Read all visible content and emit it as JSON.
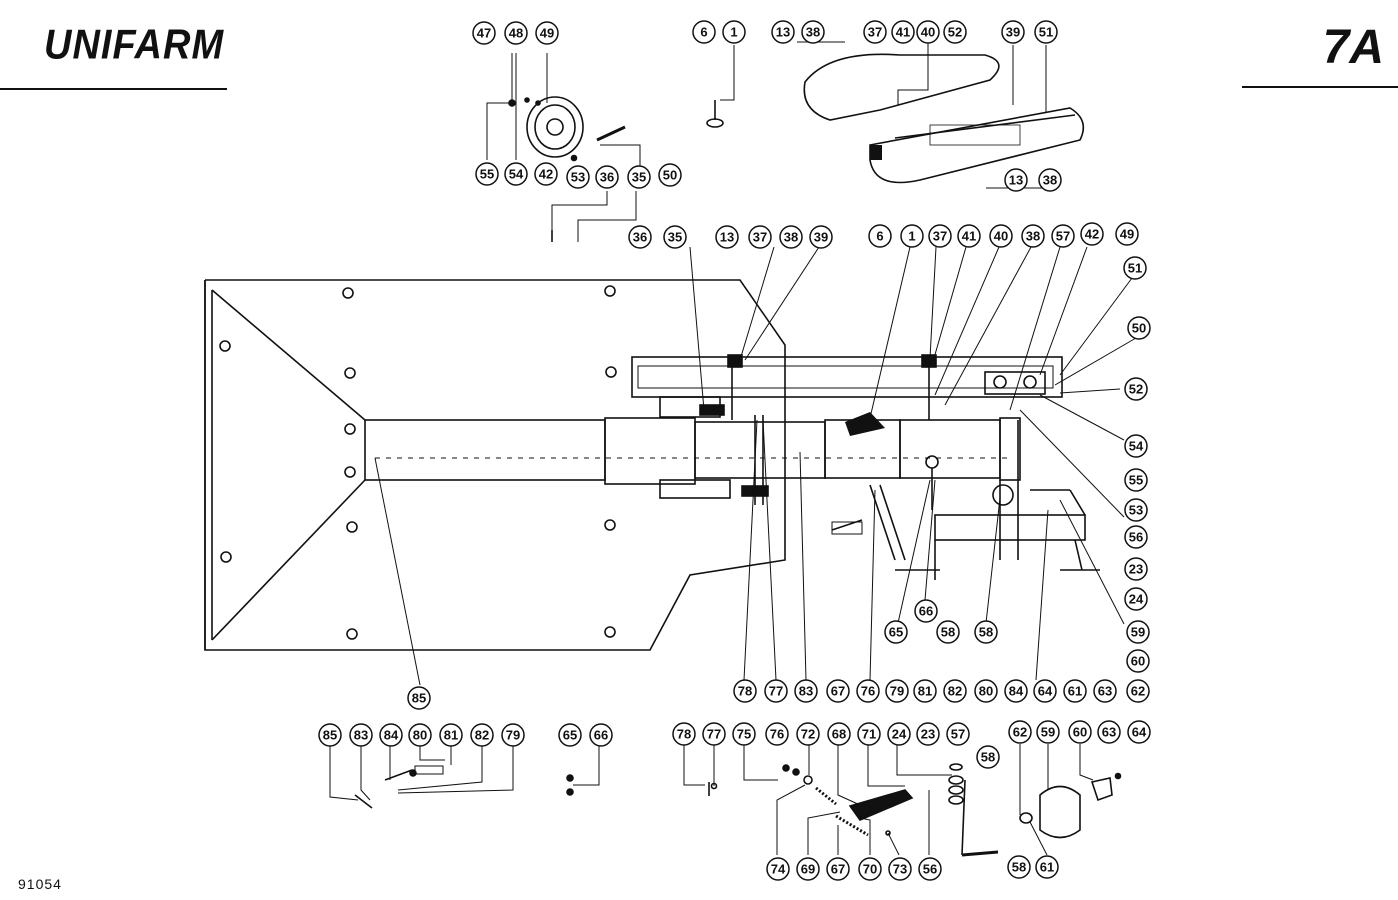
{
  "header": {
    "brand": "UNIFARM",
    "page_code": "7A"
  },
  "footer": {
    "doc_number": "91054"
  },
  "callouts": [
    "47",
    "48",
    "49",
    "55",
    "54",
    "42",
    "53",
    "36",
    "35",
    "50",
    "6",
    "1",
    "13",
    "38",
    "37",
    "41",
    "40",
    "52",
    "39",
    "51",
    "13",
    "38",
    "36",
    "35",
    "13",
    "37",
    "38",
    "39",
    "6",
    "1",
    "37",
    "41",
    "40",
    "38",
    "57",
    "42",
    "49",
    "51",
    "50",
    "52",
    "54",
    "55",
    "53",
    "56",
    "23",
    "24",
    "59",
    "60",
    "62",
    "58",
    "58",
    "65",
    "66",
    "78",
    "77",
    "83",
    "67",
    "76",
    "79",
    "81",
    "82",
    "80",
    "84",
    "64",
    "61",
    "63",
    "85",
    "85",
    "83",
    "84",
    "80",
    "81",
    "82",
    "79",
    "65",
    "66",
    "78",
    "77",
    "75",
    "76",
    "72",
    "68",
    "71",
    "24",
    "23",
    "57",
    "58",
    "62",
    "59",
    "60",
    "63",
    "64",
    "74",
    "69",
    "67",
    "70",
    "73",
    "56",
    "58",
    "61"
  ]
}
